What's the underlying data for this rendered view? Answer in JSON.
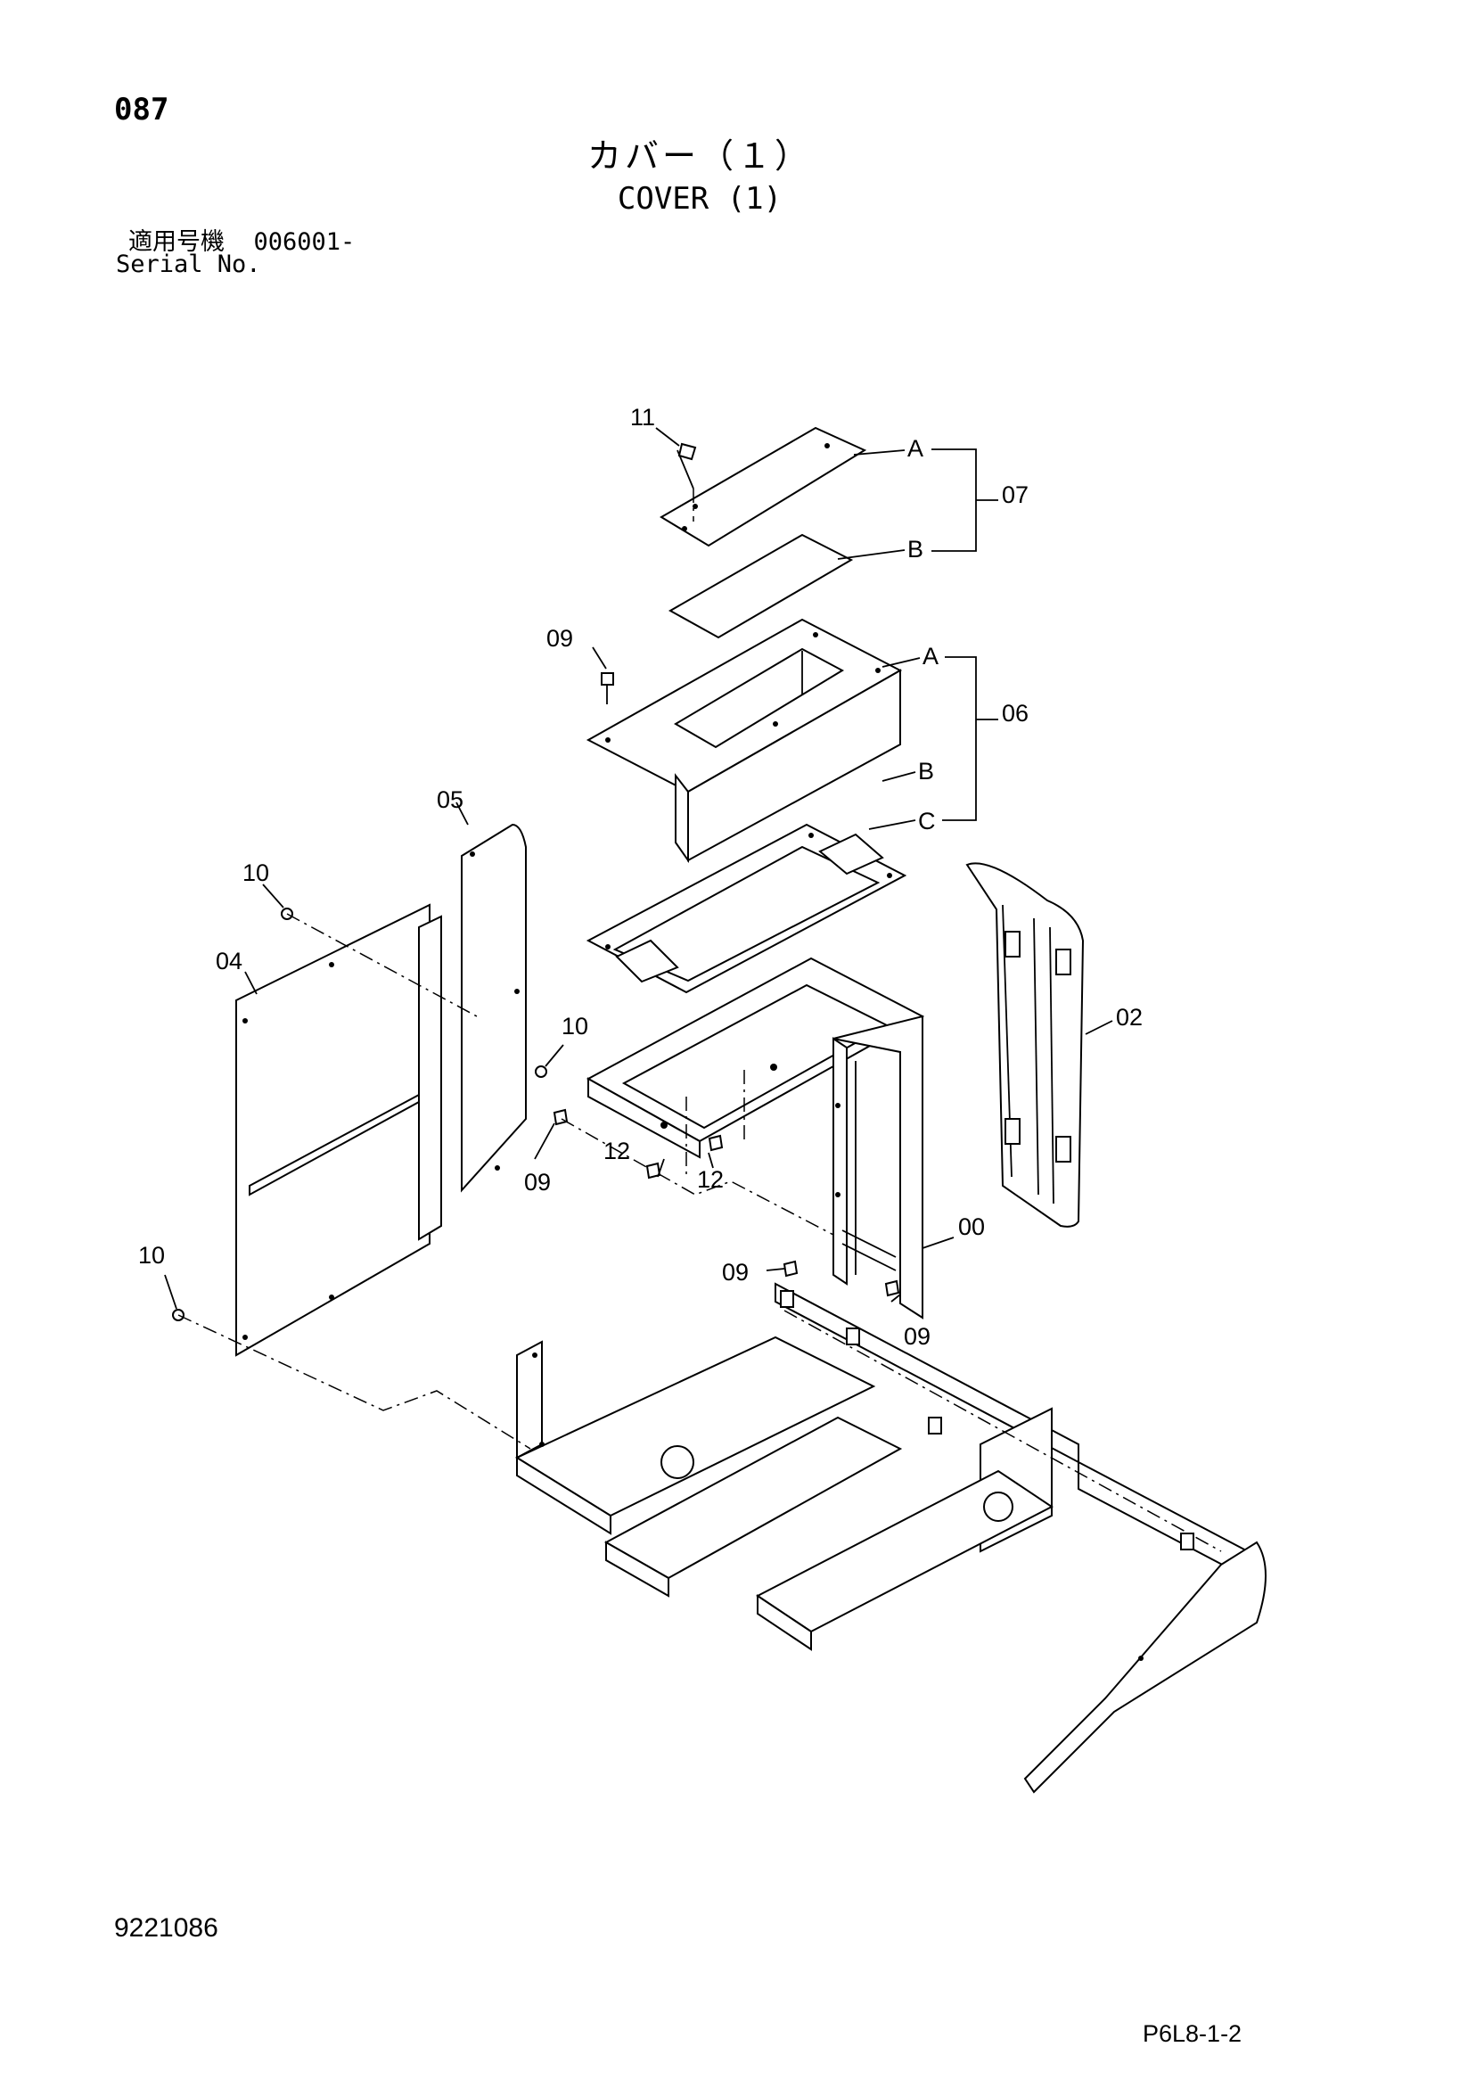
{
  "header": {
    "page_number": "087",
    "title_jp": "カバー（１）",
    "title_en": "COVER (1)",
    "serial_label_jp": "適用号機",
    "serial_value": "006001-",
    "serial_label_en": "Serial No."
  },
  "diagram": {
    "callouts": {
      "c00": "00",
      "c02": "02",
      "c04": "04",
      "c05": "05",
      "c06": "06",
      "c07": "07",
      "c09a": "09",
      "c09b": "09",
      "c09c": "09",
      "c09d": "09",
      "c10a": "10",
      "c10b": "10",
      "c10c": "10",
      "c11": "11",
      "c12a": "12",
      "c12b": "12"
    },
    "sub_labels": {
      "a07": "A",
      "b07": "B",
      "a06": "A",
      "b06": "B",
      "c06": "C"
    }
  },
  "footer": {
    "doc_number": "9221086",
    "page_code": "P6L8-1-2"
  }
}
